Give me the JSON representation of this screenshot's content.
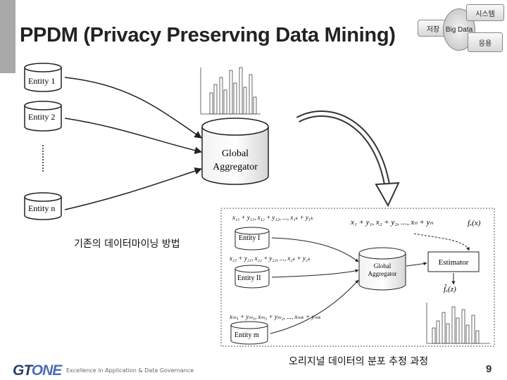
{
  "header": {
    "title": "PPDM (Privacy Preserving Data Mining)",
    "nav": {
      "store": "저장",
      "big_data": "Big Data",
      "system": "시스템",
      "apply": "응용"
    }
  },
  "diagram_top": {
    "entities": [
      "Entity 1",
      "Entity 2",
      "Entity n"
    ],
    "aggregator_line1": "Global",
    "aggregator_line2": "Aggregator",
    "caption": "기존의 데이터마이닝 방법"
  },
  "diagram_bottom": {
    "entities": [
      "Entity I",
      "Entity II",
      "Entity m"
    ],
    "aggregator_line1": "Global",
    "aggregator_line2": "Aggregator",
    "estimator": "Estimator",
    "fx_label": "fₓ(x)",
    "fhat_label": "f̂ₓ(z)",
    "formula_main": "x₁ + y₁, x₂ + y₂, ..., xₙ + yₙ",
    "formula_row1": "x₁₁ + y₁₁, x₁₂ + y₁₂, ..., x₁ₖ + y₁ₖ",
    "formula_row2": "x₂₁ + y₂₁, x₂₂ + y₂₂, ..., x₂ₖ + y₂ₖ",
    "formula_row3": "xₘ₁ + yₘ₁, xₘ₂ + yₘ₂, ..., xₘₖ + yₘₖ",
    "caption": "오리지널 데이터의 분포 추정 과정"
  },
  "footer": {
    "logo_gt": "GT",
    "logo_one": "ONE",
    "tagline": "Excellence in Application & Data Governance",
    "page_number": "9"
  }
}
